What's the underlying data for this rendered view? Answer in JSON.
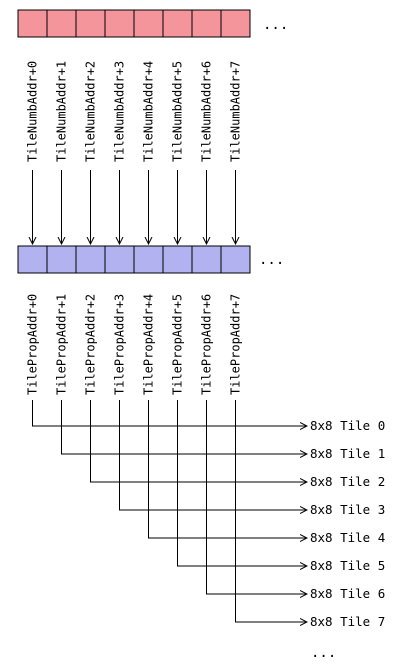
{
  "colors": {
    "name_cell_fill": "#f4959c",
    "prop_cell_fill": "#b2b2f0",
    "line": "#000000"
  },
  "name_table": {
    "labels": [
      "TileNumbAddr+0",
      "TileNumbAddr+1",
      "TileNumbAddr+2",
      "TileNumbAddr+3",
      "TileNumbAddr+4",
      "TileNumbAddr+5",
      "TileNumbAddr+6",
      "TileNumbAddr+7"
    ],
    "ellipsis": "..."
  },
  "prop_table": {
    "labels": [
      "TilePropAddr+0",
      "TilePropAddr+1",
      "TilePropAddr+2",
      "TilePropAddr+3",
      "TilePropAddr+4",
      "TilePropAddr+5",
      "TilePropAddr+6",
      "TilePropAddr+7"
    ],
    "ellipsis": "..."
  },
  "tiles": {
    "labels": [
      "8x8 Tile 0",
      "8x8 Tile 1",
      "8x8 Tile 2",
      "8x8 Tile 3",
      "8x8 Tile 4",
      "8x8 Tile 5",
      "8x8 Tile 6",
      "8x8 Tile 7"
    ],
    "ellipsis": "..."
  }
}
